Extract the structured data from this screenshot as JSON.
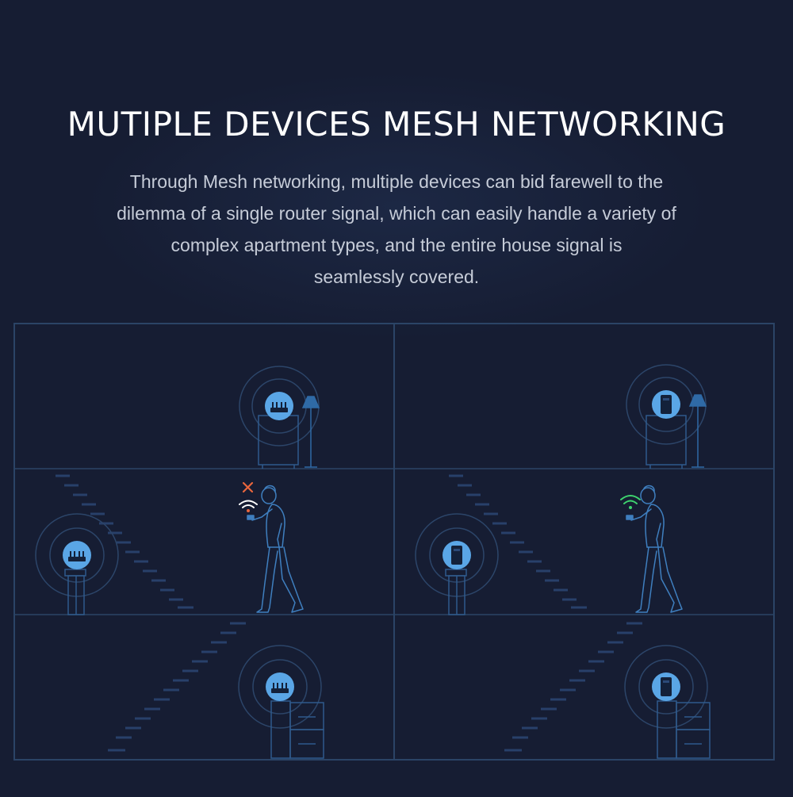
{
  "header": {
    "title": "MUTIPLE DEVICES MESH NETWORKING",
    "description_lines": [
      "Through Mesh networking, multiple devices can bid farewell to the",
      "dilemma of a single router signal, which can easily handle a variety of",
      "complex apartment types, and the entire house signal is",
      "seamlessly covered."
    ]
  },
  "panels": [
    {
      "name": "single-router",
      "device_icon": "router-icon",
      "phone_signal_icon": "wifi-weak-icon",
      "status_icon": "x-mark-icon",
      "status_color": "#e8663d"
    },
    {
      "name": "mesh",
      "device_icon": "mesh-node-icon",
      "phone_signal_icon": "wifi-strong-icon",
      "status_color": "#3ed46e"
    }
  ],
  "colors": {
    "background": "#161d33",
    "line": "#2b4466",
    "device_fill": "#5aa6e6",
    "figure": "#3f7fbf"
  }
}
